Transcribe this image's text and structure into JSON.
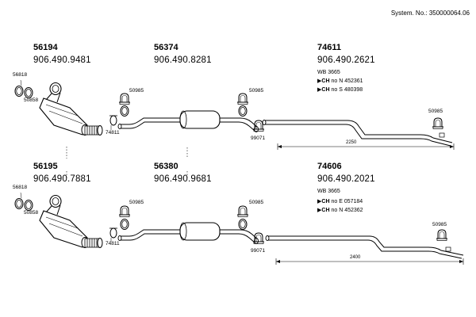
{
  "system_number": "System. No.: 350000064.06",
  "rows": [
    {
      "parts": [
        {
          "article": "56194",
          "oem": "906.490.9481"
        },
        {
          "article": "56374",
          "oem": "906.490.8281"
        },
        {
          "article": "74611",
          "oem": "906.490.2621"
        }
      ],
      "wb": "WB 3665",
      "ch_entries": [
        {
          "tag": "CH",
          "text": "no  N  452361"
        },
        {
          "tag": "CH",
          "text": "no  S  480398"
        }
      ],
      "callouts": {
        "gasket_top": "56818",
        "gasket_bottom": "50858",
        "flex_clamp": "74811",
        "clamp_left": "50985",
        "clamp_right": "50985",
        "end_clamp": "99071",
        "tail_clamp": "50985"
      },
      "dimension": "2250"
    },
    {
      "parts": [
        {
          "article": "56195",
          "oem": "906.490.7881"
        },
        {
          "article": "56380",
          "oem": "906.490.9681"
        },
        {
          "article": "74606",
          "oem": "906.490.2021"
        }
      ],
      "wb": "WB 3665",
      "ch_entries": [
        {
          "tag": "CH",
          "text": "no  E  057184"
        },
        {
          "tag": "CH",
          "text": "no  N  452362"
        }
      ],
      "callouts": {
        "gasket_top": "56818",
        "gasket_bottom": "50858",
        "flex_clamp": "74811",
        "clamp_left": "50985",
        "clamp_right": "50985",
        "end_clamp": "99071",
        "tail_clamp": "50985"
      },
      "dimension": "2400"
    }
  ]
}
